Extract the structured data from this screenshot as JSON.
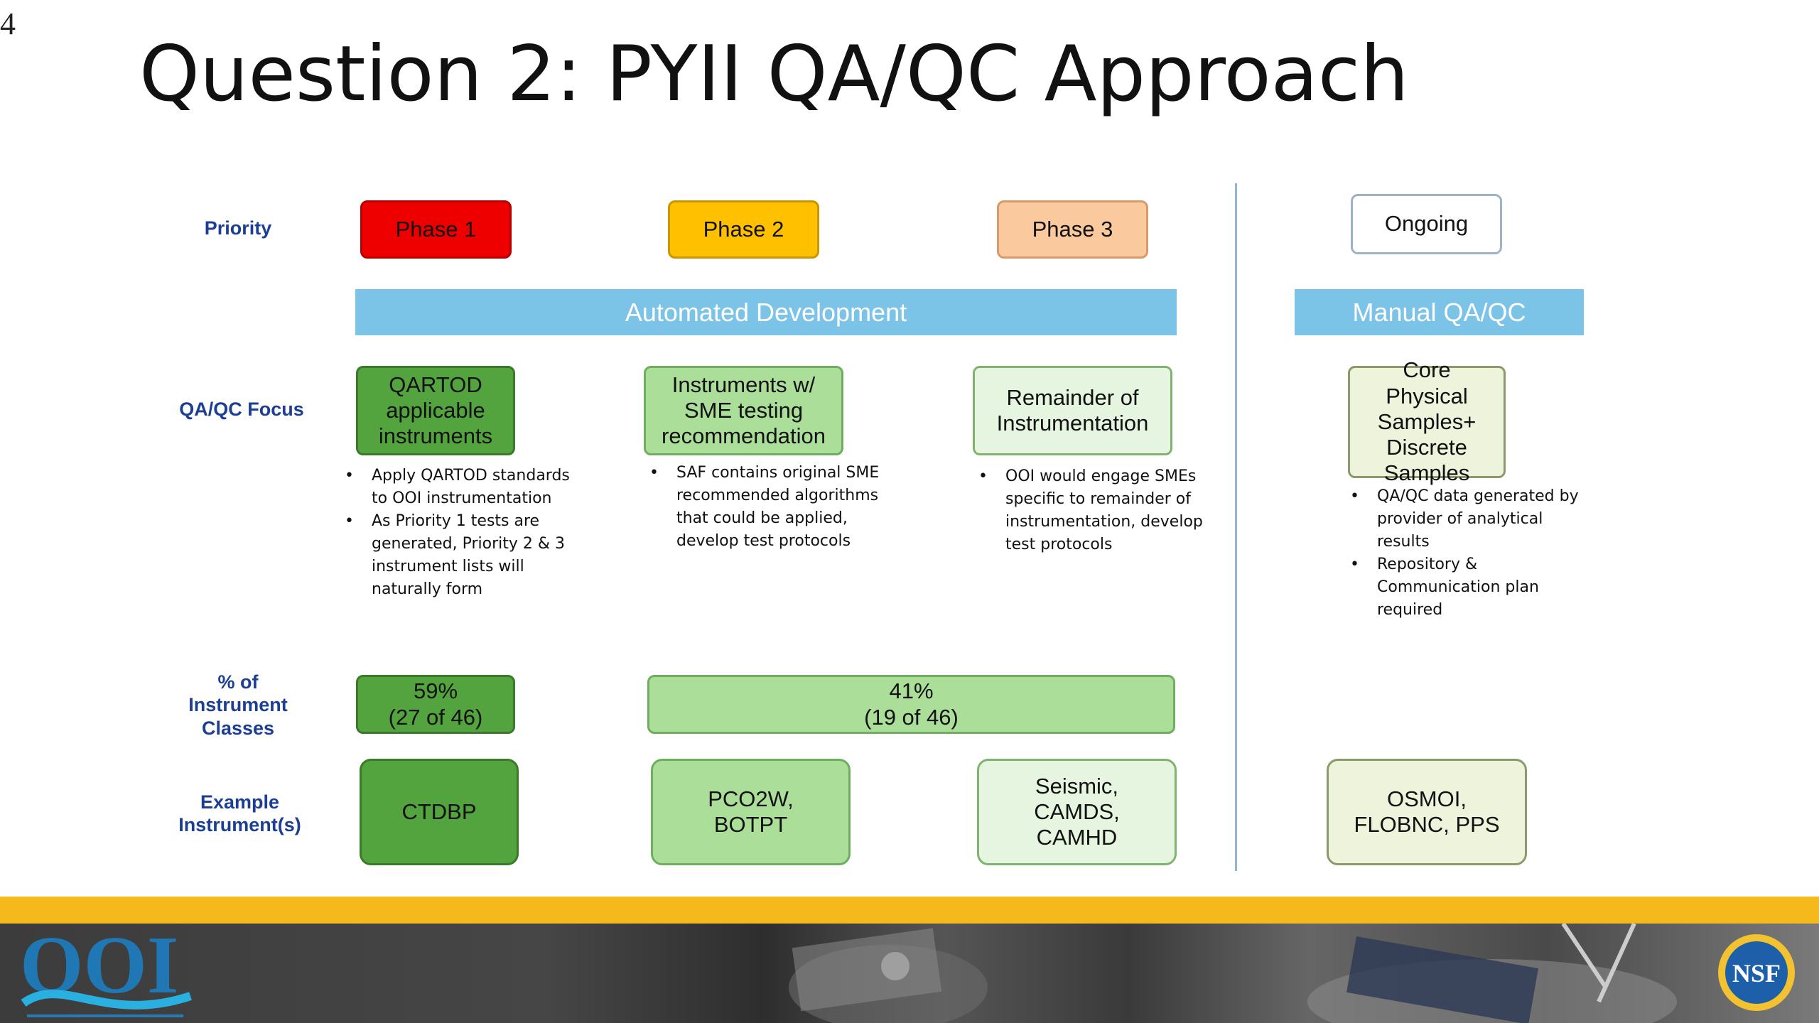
{
  "slide_number": "4",
  "title": "Question 2:  PYII QA/QC Approach",
  "row_labels": {
    "priority": "Priority",
    "focus": "QA/QC Focus",
    "percent": "% of Instrument Classes",
    "examples": "Example Instrument(s)"
  },
  "phases": {
    "phase1": "Phase 1",
    "phase2": "Phase 2",
    "phase3": "Phase 3",
    "ongoing": "Ongoing"
  },
  "bands": {
    "automated": "Automated Development",
    "manual": "Manual QA/QC"
  },
  "focus": {
    "phase1": "QARTOD applicable instruments",
    "phase2": "Instruments w/ SME testing recommendation",
    "phase3": "Remainder of Instrumentation",
    "ongoing": "Core Physical Samples+ Discrete Samples"
  },
  "bullets": {
    "phase1": [
      "Apply QARTOD standards to OOI instrumentation",
      "As Priority 1 tests are generated, Priority 2 & 3 instrument lists will naturally form"
    ],
    "phase2": [
      "SAF contains original SME recommended algorithms that could be applied, develop test protocols"
    ],
    "phase3": [
      "OOI would engage SMEs specific to remainder of instrumentation, develop test protocols"
    ],
    "ongoing": [
      "QA/QC data generated by provider of analytical results",
      "Repository & Communication plan required"
    ]
  },
  "percent": {
    "phase1": {
      "pct": "59%",
      "count": "(27 of 46)"
    },
    "phase23": {
      "pct": "41%",
      "count": "(19 of 46)"
    }
  },
  "examples": {
    "phase1": "CTDBP",
    "phase2": "PCO2W, BOTPT",
    "phase3": "Seismic, CAMDS, CAMHD",
    "ongoing": "OSMOI, FLOBNC, PPS"
  },
  "logos": {
    "ooi": "OOI",
    "nsf": "NSF"
  },
  "colors": {
    "phase1": "#ee0000",
    "phase2": "#ffc000",
    "phase3": "#fbc99e",
    "band": "#7cc3e8",
    "row_label": "#1d3f93",
    "dark_green": "#53a33e",
    "medium_green": "#abde98",
    "light_green": "#e6f5e0",
    "cream": "#eef3db",
    "footer_stripe": "#f5b91c"
  }
}
